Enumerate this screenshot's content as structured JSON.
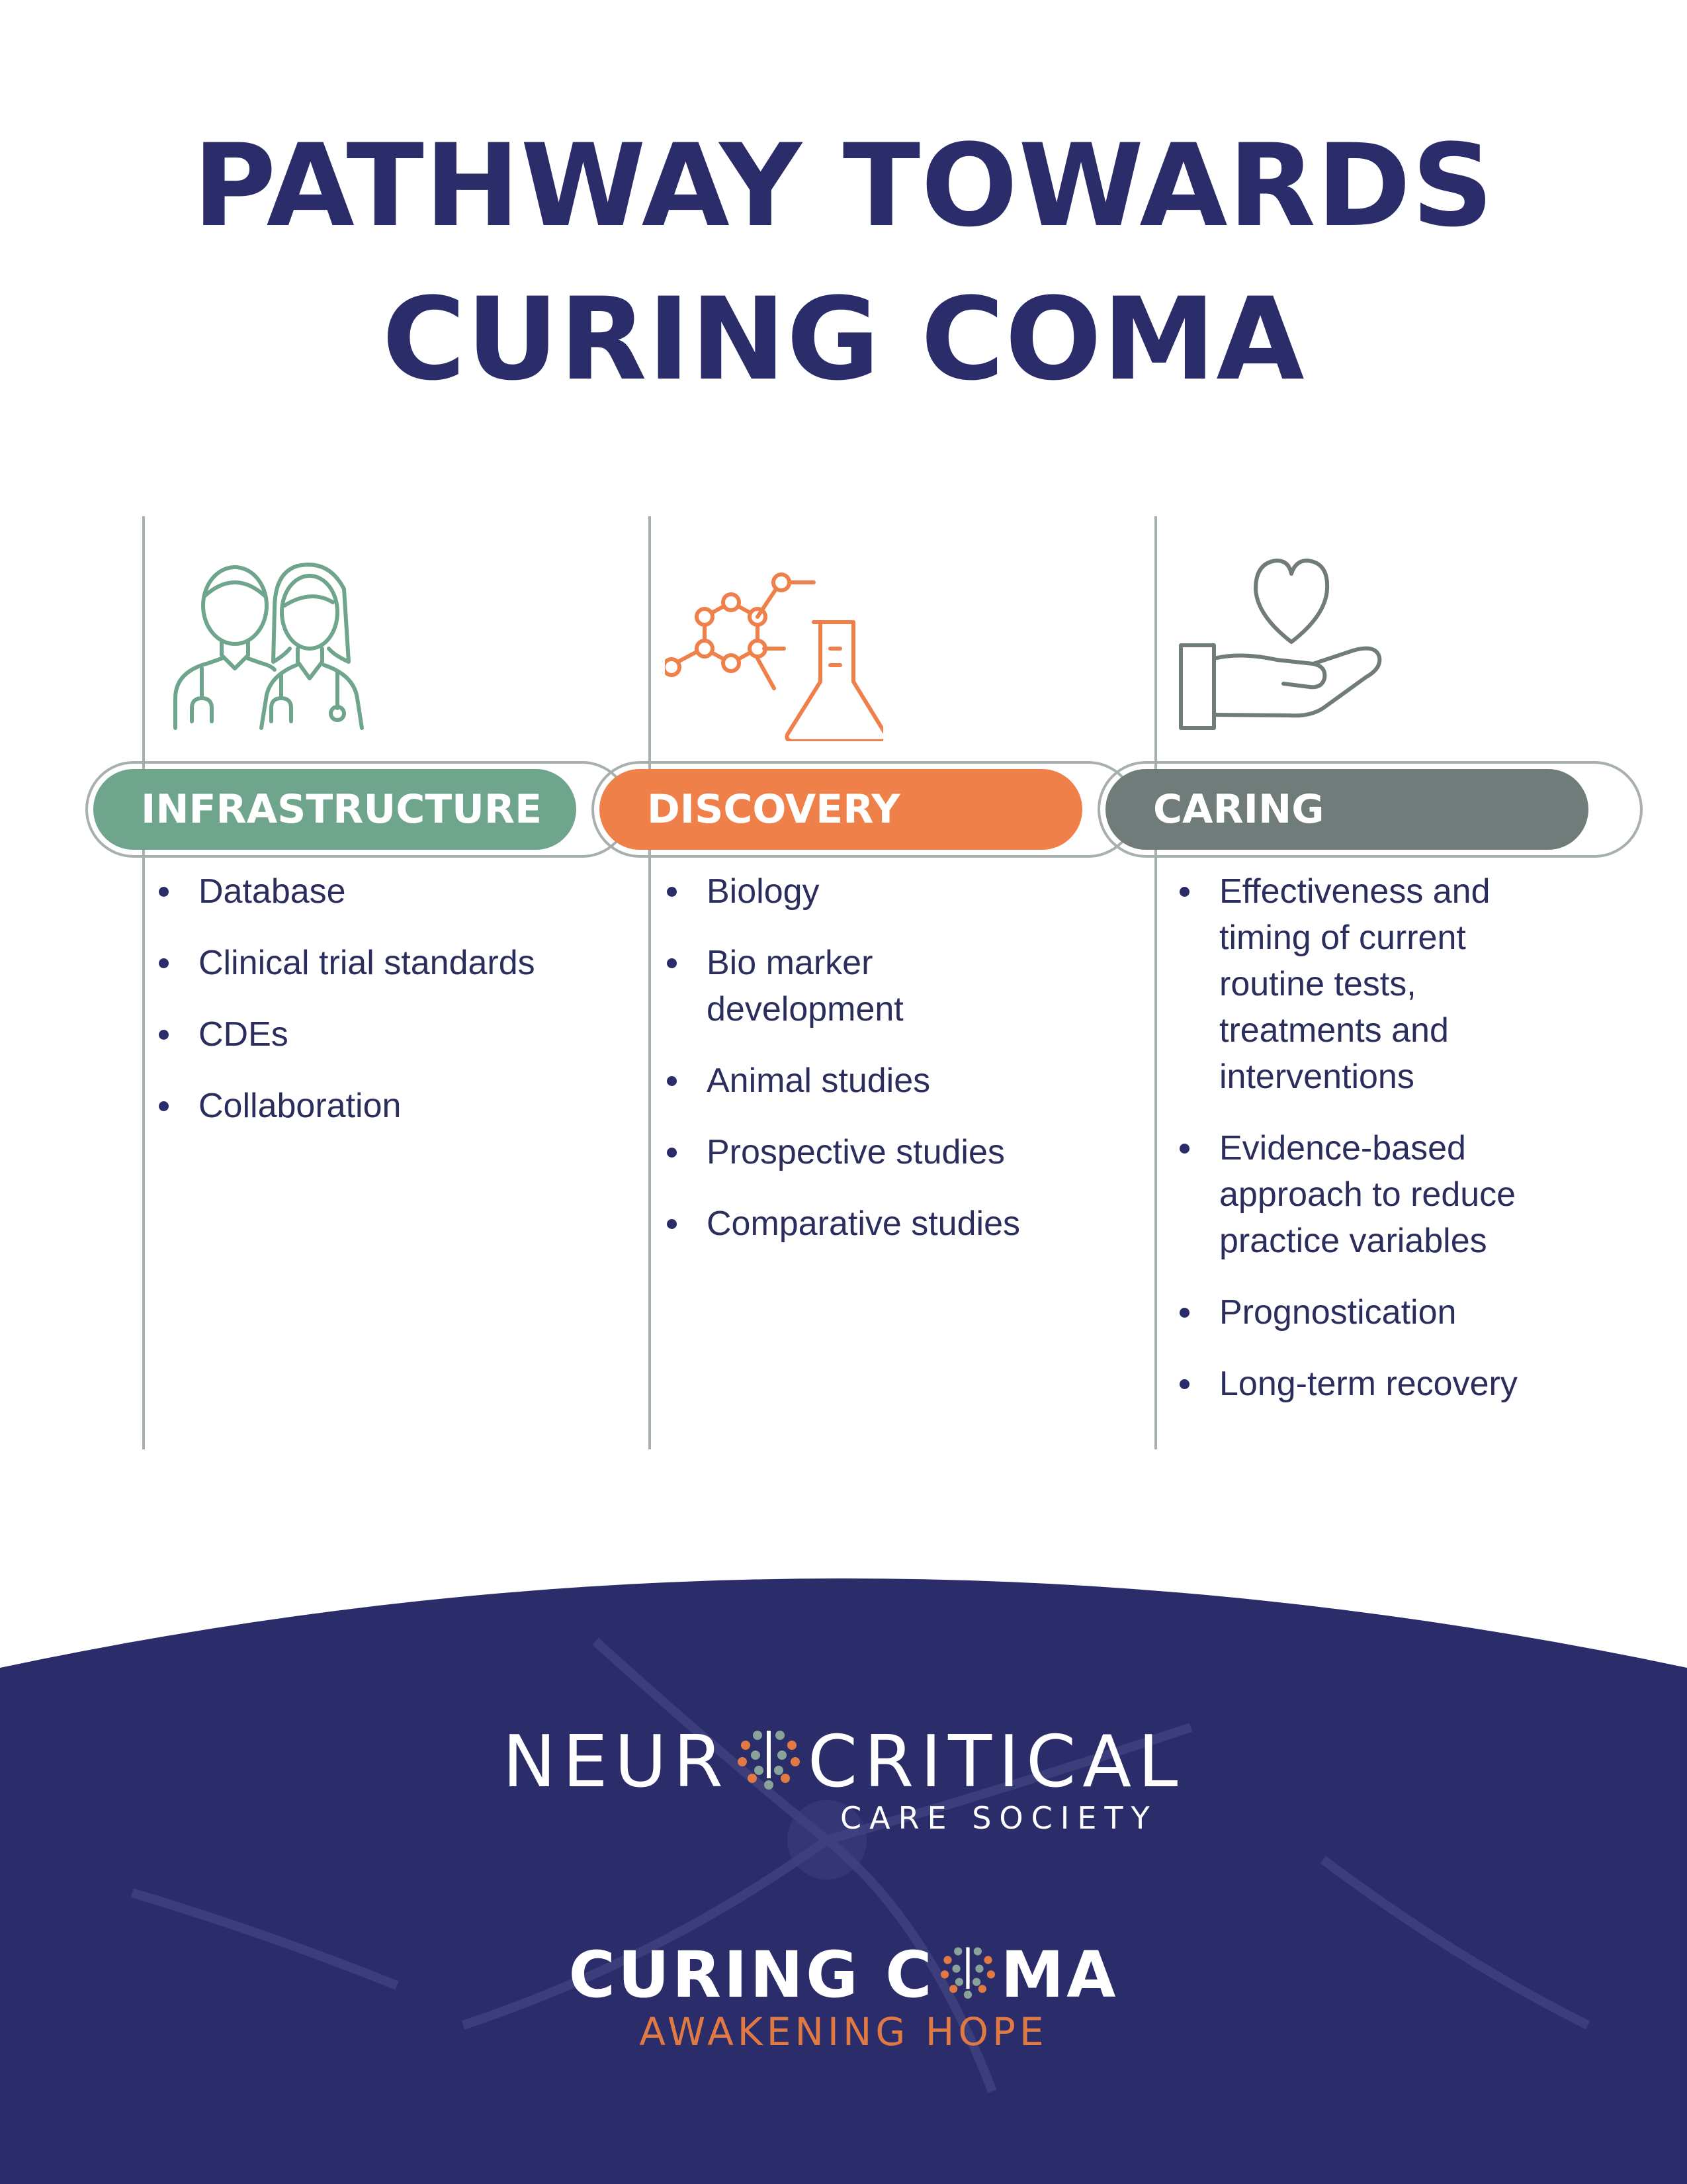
{
  "title": {
    "line1": "PATHWAY TOWARDS",
    "line2": "CURING COMA"
  },
  "colors": {
    "navy": "#2b2d6b",
    "green": "#6fa58c",
    "orange": "#f0804a",
    "gray": "#6f7c7a"
  },
  "columns": [
    {
      "icon": "doctors-icon",
      "label": "INFRASTRUCTURE",
      "items": [
        "Database",
        "Clinical trial standards",
        "CDEs",
        "Collaboration"
      ]
    },
    {
      "icon": "molecule-flask-icon",
      "label": "DISCOVERY",
      "items": [
        "Biology",
        "Bio marker development",
        "Animal studies",
        "Prospective studies",
        "Comparative studies"
      ]
    },
    {
      "icon": "heart-in-hand-icon",
      "label": "CARING",
      "items": [
        "Effectiveness and timing of current routine tests, treatments and interventions",
        "Evidence-based approach to reduce practice variables",
        "Prognostication",
        "Long-term recovery"
      ]
    }
  ],
  "footer": {
    "ncs_left": "NEUR",
    "ncs_right": "CRITICAL",
    "ncs_sub": "CARE SOCIETY",
    "cc_left": "CURING C",
    "cc_right": "MA",
    "cc_sub": "AWAKENING HOPE"
  }
}
